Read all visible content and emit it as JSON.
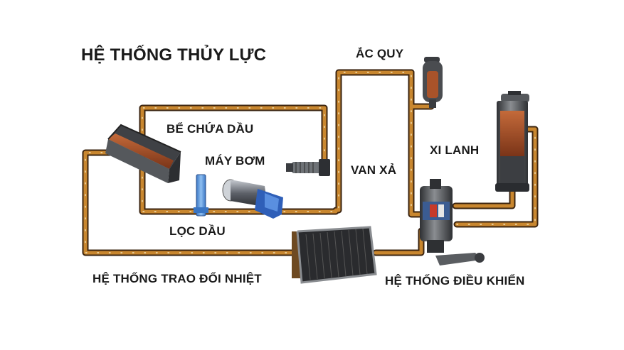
{
  "title": "HỆ THỐNG THỦY LỰC",
  "components": {
    "reservoir": "BỂ CHỨA DẦU",
    "pump": "MÁY BƠM",
    "filter": "LỌC DẦU",
    "heat_exchanger": "HỆ THỐNG TRAO ĐỔI NHIỆT",
    "accumulator": "ẮC QUY",
    "relief_valve": "VAN XẢ",
    "cylinder": "XI LANH",
    "control_system": "HỆ THỐNG ĐIỀU KHIỂN"
  },
  "colors": {
    "pipe_outer": "#3b2410",
    "pipe_inner": "#c9872f",
    "pipe_dots": "#f2e2b8",
    "rust": "#a9532a",
    "steel": "#4d4f52",
    "filter_blue": "#4f8fdc",
    "pump_blue": "#2f5fb8",
    "valve_red": "#c73a2a"
  }
}
